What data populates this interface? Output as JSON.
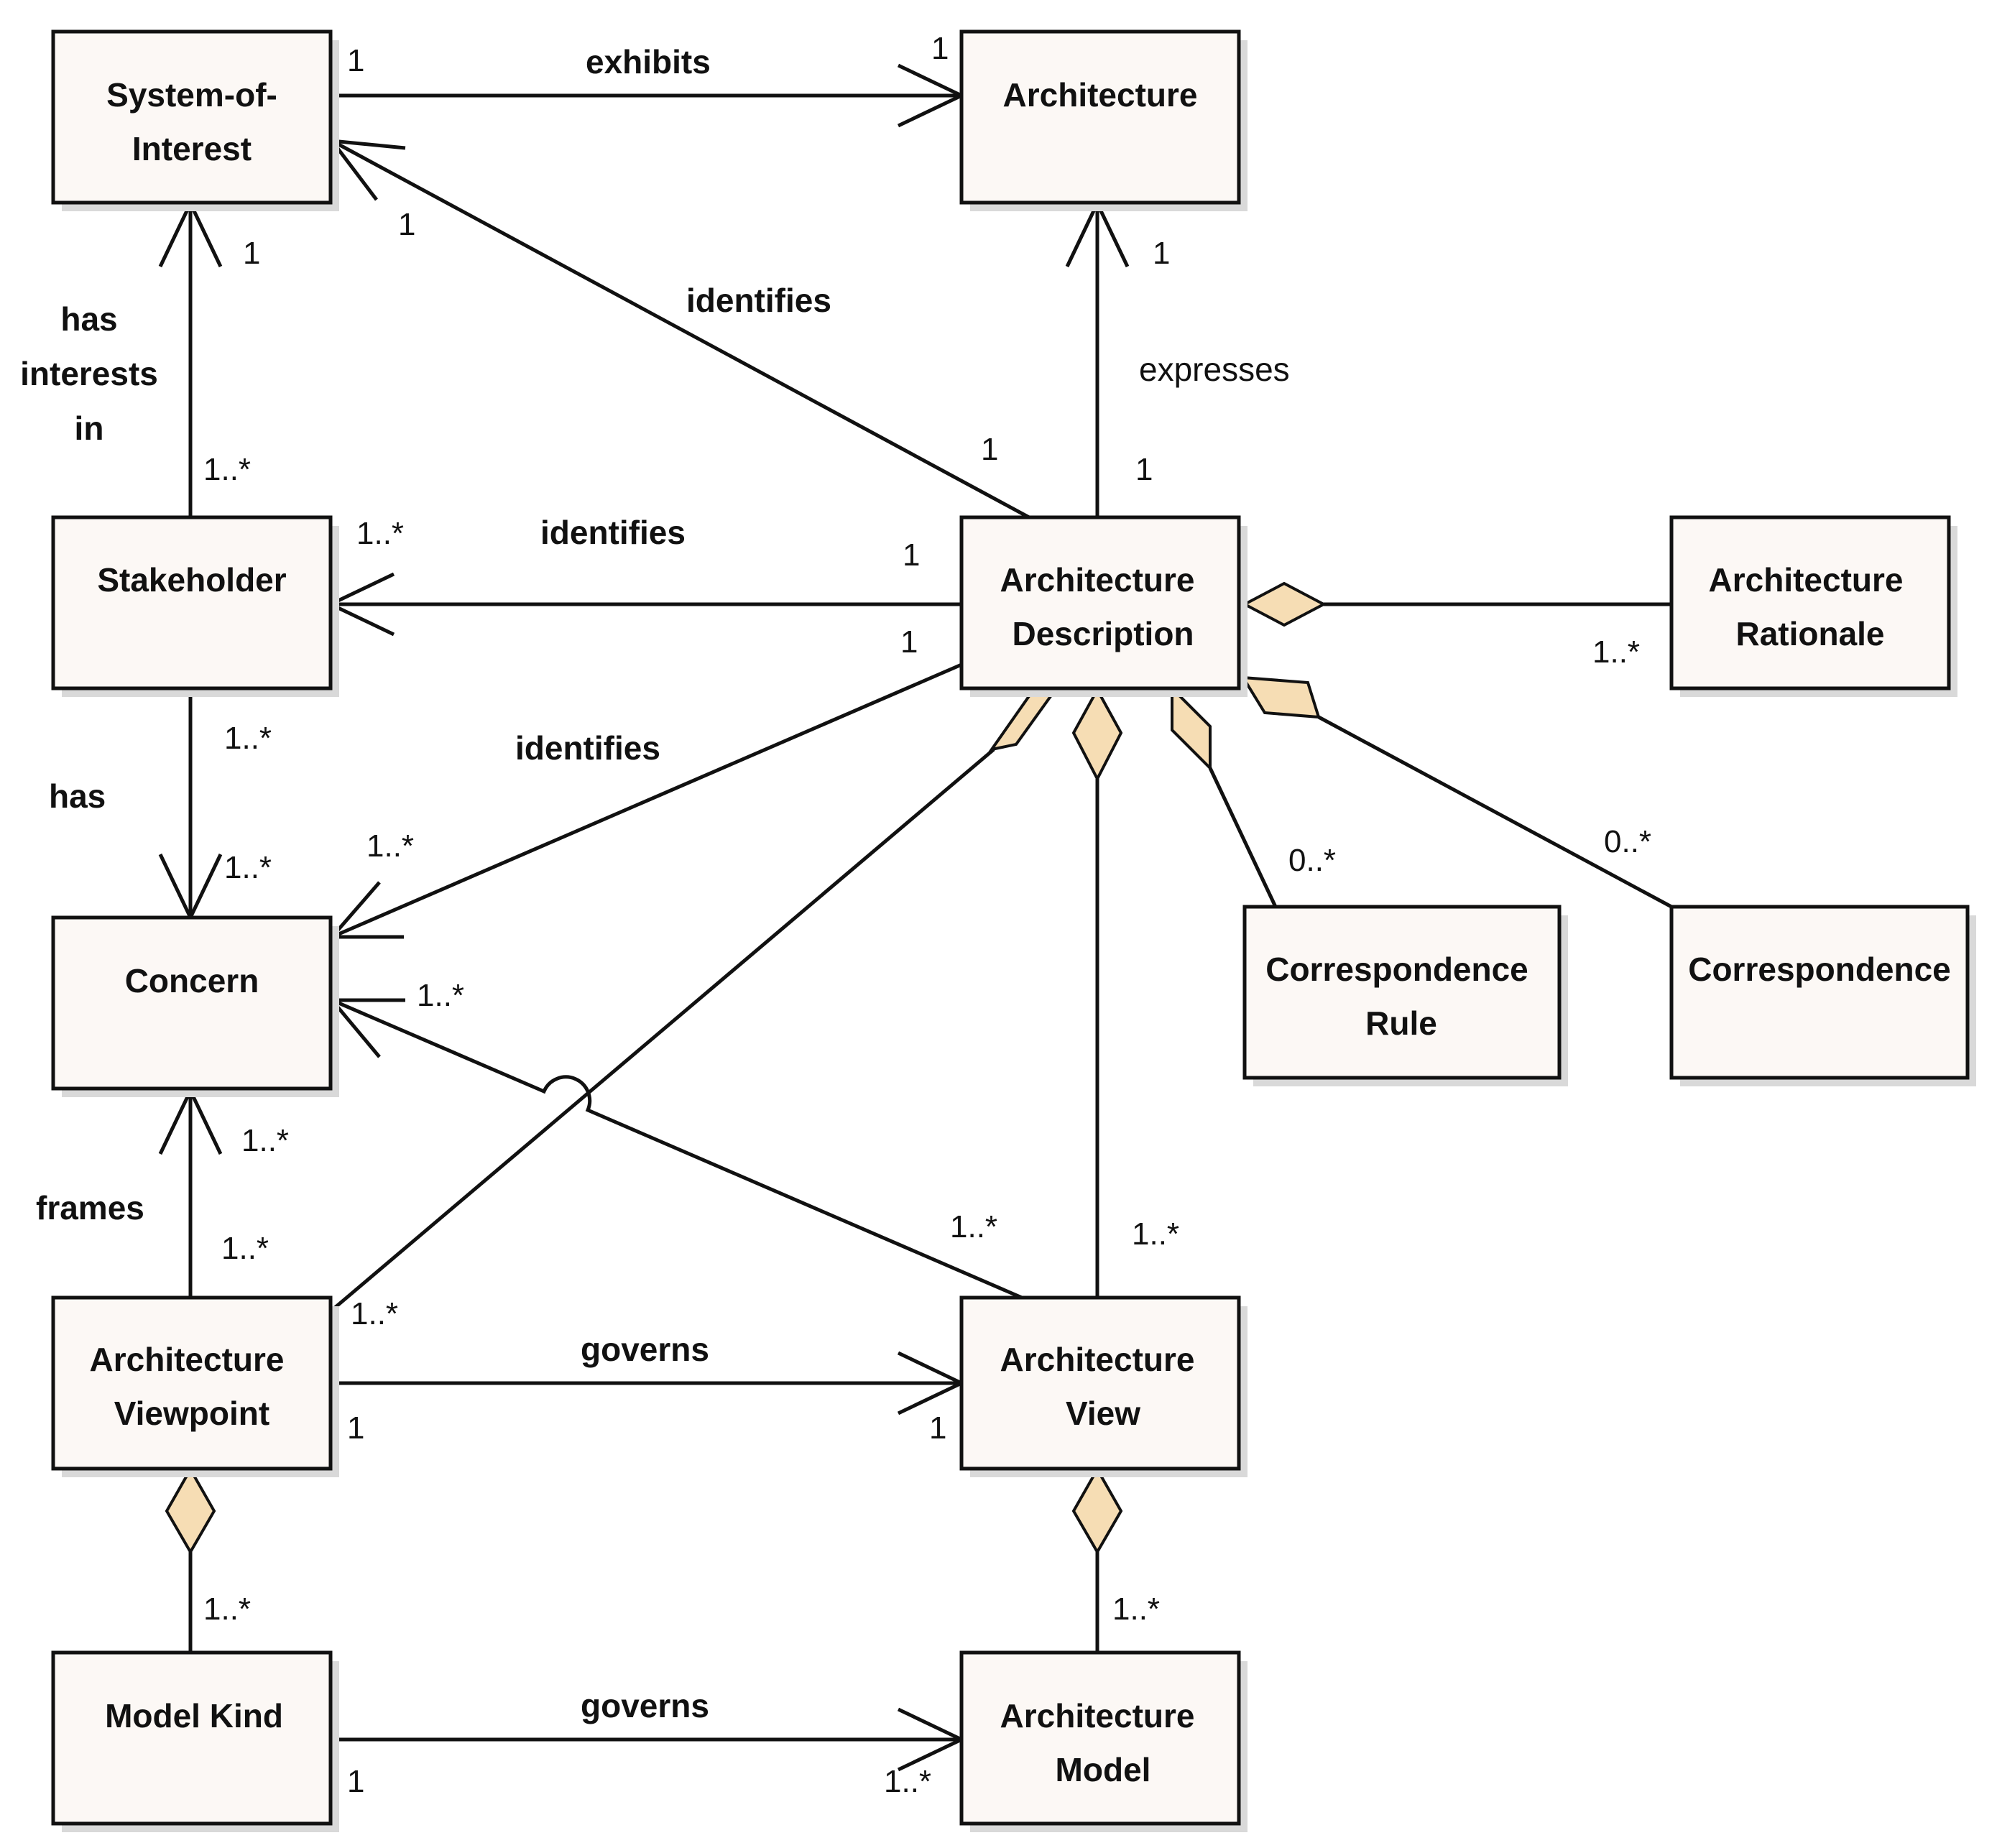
{
  "classes": {
    "system_of_interest": [
      "System-of-",
      "Interest"
    ],
    "architecture": [
      "Architecture"
    ],
    "stakeholder": [
      "Stakeholder"
    ],
    "architecture_description": [
      "Architecture",
      "Description"
    ],
    "architecture_rationale": [
      "Architecture",
      "Rationale"
    ],
    "concern": [
      "Concern"
    ],
    "correspondence_rule": [
      "Correspondence",
      "Rule"
    ],
    "correspondence": [
      "Correspondence"
    ],
    "architecture_viewpoint": [
      "Architecture",
      "Viewpoint"
    ],
    "architecture_view": [
      "Architecture",
      "View"
    ],
    "model_kind": [
      "Model Kind"
    ],
    "architecture_model": [
      "Architecture",
      "Model"
    ]
  },
  "associations": {
    "exhibits": "exhibits",
    "identifies_soi": "identifies",
    "identifies_stakeholder": "identifies",
    "identifies_concern": "identifies",
    "expresses": "expresses",
    "has_interests_in": [
      "has",
      "interests",
      "in"
    ],
    "has": "has",
    "frames": "frames",
    "governs_view": "governs",
    "governs_model": "governs"
  },
  "multiplicities": {
    "soi_exhibits": "1",
    "arch_exhibits": "1",
    "soi_identifies": "1",
    "ad_identifies_soi": "1",
    "soi_stakeholder": "1",
    "stakeholder_soi": "1..*",
    "arch_expresses": "1",
    "ad_expresses": "1",
    "stakeholder_identified": "1..*",
    "ad_identifies_stakeholder": "1",
    "ad_identifies_concern": "1",
    "ad_rationale": "1..*",
    "stakeholder_has": "1..*",
    "concern_has": "1..*",
    "concern_identified": "1..*",
    "concern_view": "1..*",
    "corr_rule": "0..*",
    "correspondence": "0..*",
    "concern_frames": "1..*",
    "viewpoint_frames": "1..*",
    "viewpoint_ad": "1..*",
    "view_concern": "1..*",
    "view_ad": "1..*",
    "viewpoint_governs": "1",
    "view_governed": "1",
    "modelkind_viewpoint": "1..*",
    "model_view": "1..*",
    "modelkind_governs": "1",
    "model_governed": "1..*"
  },
  "colors": {
    "box_fill": "#fcf8f5",
    "diamond_fill": "#f6ddb4",
    "line": "#111111"
  }
}
